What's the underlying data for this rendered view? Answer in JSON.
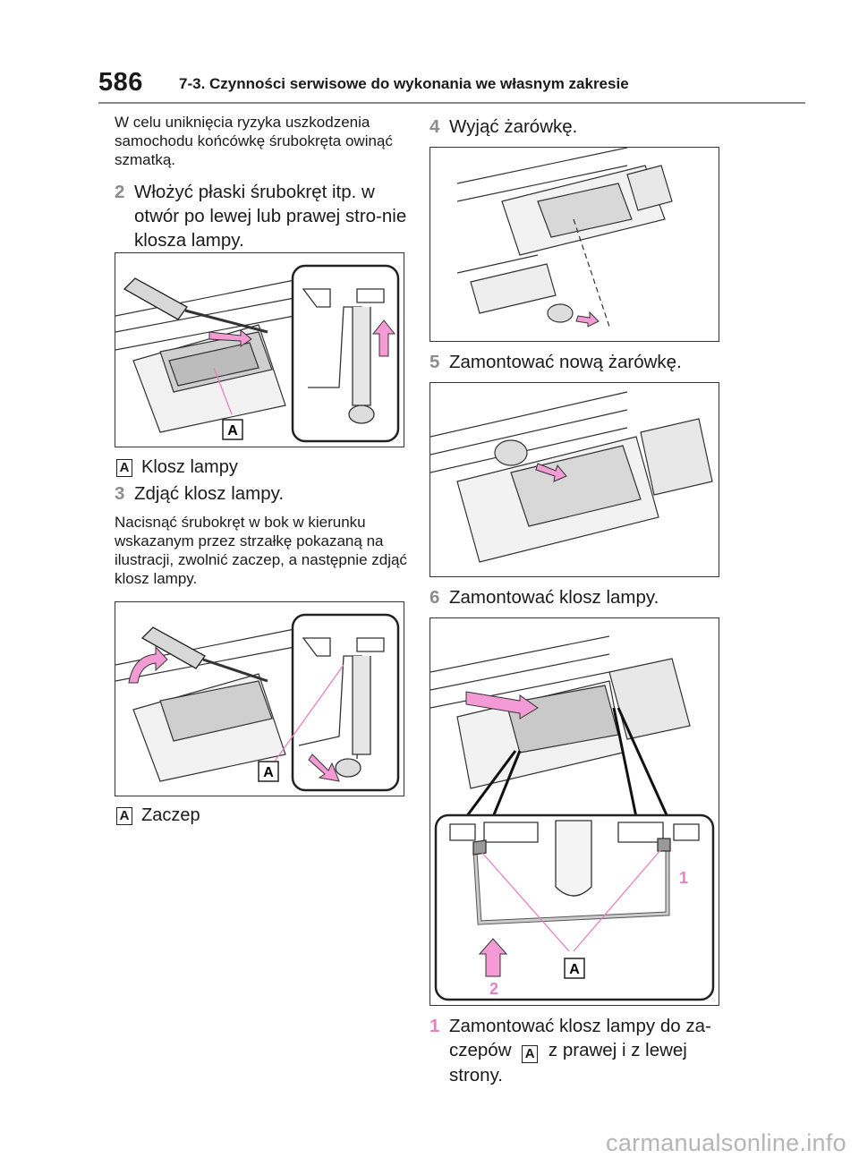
{
  "header": {
    "page_number": "586",
    "section_title": "7-3. Czynności serwisowe do wykonania we własnym zakresie"
  },
  "left": {
    "note1": "W celu uniknięcia ryzyka uszkodzenia samochodu końcówkę śrubokręta owinąć szmatką.",
    "step2": {
      "num": "2",
      "text": "Włożyć płaski śrubokręt itp. w otwór po lewej lub prawej stro-nie klosza lampy."
    },
    "fig1_label": "A",
    "legend1": {
      "badge": "A",
      "text": "Klosz lampy"
    },
    "step3": {
      "num": "3",
      "text": "Zdjąć klosz lampy."
    },
    "note2": "Nacisnąć śrubokręt w bok w kierunku wskazanym przez strzałkę pokazaną na ilustracji, zwolnić zaczep, a następnie zdjąć klosz lampy.",
    "fig2_label": "A",
    "legend2": {
      "badge": "A",
      "text": "Zaczep"
    }
  },
  "right": {
    "step4": {
      "num": "4",
      "text": "Wyjąć żarówkę."
    },
    "step5": {
      "num": "5",
      "text": "Zamontować nową żarówkę."
    },
    "step6": {
      "num": "6",
      "text": "Zamontować klosz lampy."
    },
    "fig5_label": "A",
    "fig5_num1": "1",
    "fig5_num2": "2",
    "substep1": {
      "num": "1",
      "text_before": "Zamontować klosz lampy do za-czepów",
      "badge": "A",
      "text_after": "z prawej i z lewej strony."
    }
  },
  "watermark": "carmanualsonline.info",
  "colors": {
    "accent_pink": "#e87fc0",
    "step_grey": "#8c8c8c"
  }
}
